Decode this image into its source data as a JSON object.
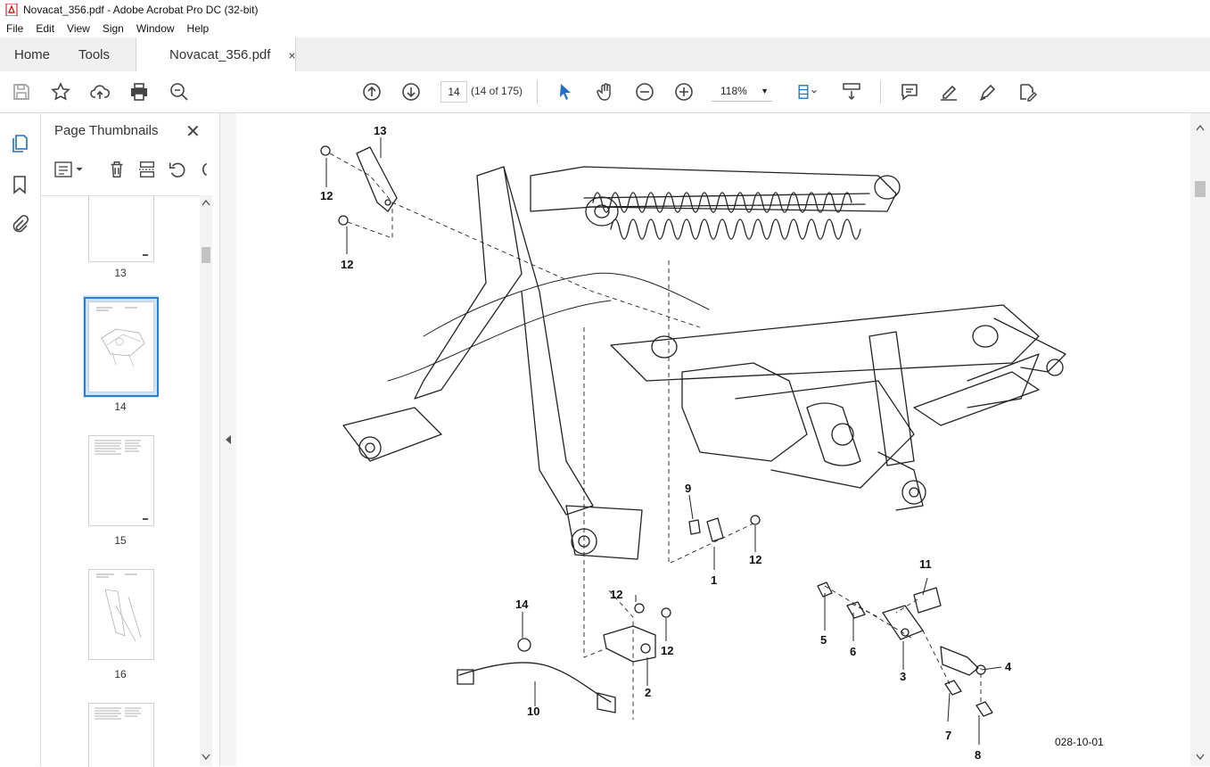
{
  "window": {
    "title": "Novacat_356.pdf - Adobe Acrobat Pro DC (32-bit)"
  },
  "menu": [
    "File",
    "Edit",
    "View",
    "Sign",
    "Window",
    "Help"
  ],
  "tabs": {
    "home": "Home",
    "tools": "Tools",
    "document": "Novacat_356.pdf",
    "close": "×"
  },
  "toolbar": {
    "page_number": "14",
    "page_count": "(14 of 175)",
    "zoom": "118%",
    "zoom_arrow": "▼"
  },
  "panel": {
    "title": "Page Thumbnails",
    "close": "✕",
    "thumbnails": [
      {
        "label": "13"
      },
      {
        "label": "14"
      },
      {
        "label": "15"
      },
      {
        "label": "16"
      }
    ]
  },
  "drawing": {
    "callouts": [
      "13",
      "12",
      "12",
      "9",
      "12",
      "1",
      "11",
      "12",
      "12",
      "14",
      "2",
      "5",
      "6",
      "3",
      "4",
      "10",
      "7",
      "8"
    ],
    "doc_ref": "028-10-01"
  }
}
